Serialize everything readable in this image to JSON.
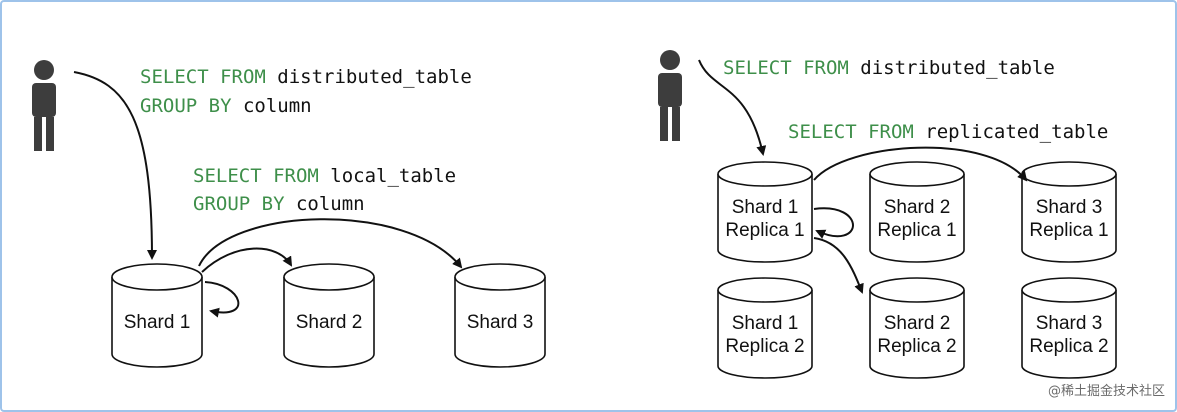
{
  "colors": {
    "keyword": "#3e8f4a",
    "identifier": "#111111",
    "stroke": "#111111",
    "person": "#3d3d3d"
  },
  "left": {
    "query_line1": {
      "kw": "SELECT FROM",
      "id": "distributed_table"
    },
    "query_line2": {
      "kw": "GROUP BY",
      "id": "column"
    },
    "local_line1": {
      "kw": "SELECT FROM",
      "id": "local_table"
    },
    "local_line2": {
      "kw": "GROUP BY",
      "id": "column"
    },
    "shards": [
      "Shard 1",
      "Shard 2",
      "Shard 3"
    ]
  },
  "right": {
    "query_line1": {
      "kw": "SELECT FROM",
      "id": "distributed_table"
    },
    "replicated_line": {
      "kw": "SELECT FROM",
      "id": "replicated_table"
    },
    "nodes": [
      {
        "line1": "Shard 1",
        "line2": "Replica 1"
      },
      {
        "line1": "Shard 2",
        "line2": "Replica 1"
      },
      {
        "line1": "Shard 3",
        "line2": "Replica 1"
      },
      {
        "line1": "Shard 1",
        "line2": "Replica 2"
      },
      {
        "line1": "Shard 2",
        "line2": "Replica 2"
      },
      {
        "line1": "Shard 3",
        "line2": "Replica 2"
      }
    ]
  },
  "watermark": {
    "text": "@稀土掘金技术社区"
  }
}
